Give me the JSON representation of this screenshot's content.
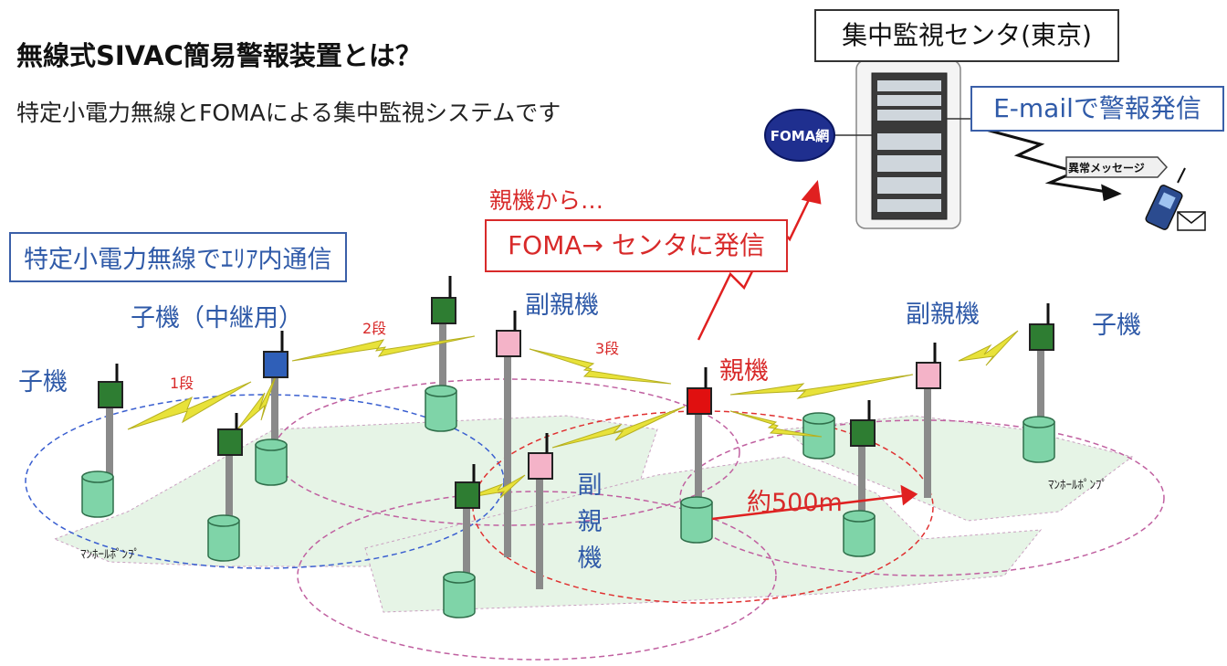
{
  "title": "無線式SIVAC簡易警報装置とは？",
  "subtitle": "特定小電力無線とFOMAによる集中監視システムです",
  "area_box": "特定小電力無線でｴﾘｱ内通信",
  "from_parent": "親機から…",
  "foma_box": "FOMA→ センタに発信",
  "center_box": "集中監視センタ(東京)",
  "email_box": "E-mailで警報発信",
  "foma_network": "FOMA網",
  "alert_message": "異常メッセージ",
  "labels": {
    "child_left": "子機",
    "child_relay": "子機（中継用）",
    "stage1": "1段",
    "stage2": "2段",
    "stage3": "3段",
    "sub_parent_top": "副親機",
    "sub_parent_right": "副親機",
    "child_right": "子機",
    "parent": "親機",
    "sub_parent_vertical": "副親機",
    "distance": "約500m",
    "pump_left": "ﾏﾝﾎｰﾙﾎﾟﾝﾌﾟ",
    "pump_right": "ﾏﾝﾎｰﾙﾎﾟﾝﾌﾟ"
  },
  "colors": {
    "child": "#2e7d32",
    "relay": "#2f5fb8",
    "sub_parent": "#f4b3c8",
    "parent": "#e01010",
    "pump": "#7fd4a8",
    "signal": "#e8e23a",
    "zone_blue": "#3a5fd0",
    "zone_pink": "#c060a0",
    "zone_red": "#e03030",
    "ground": "#e4f3e4"
  }
}
